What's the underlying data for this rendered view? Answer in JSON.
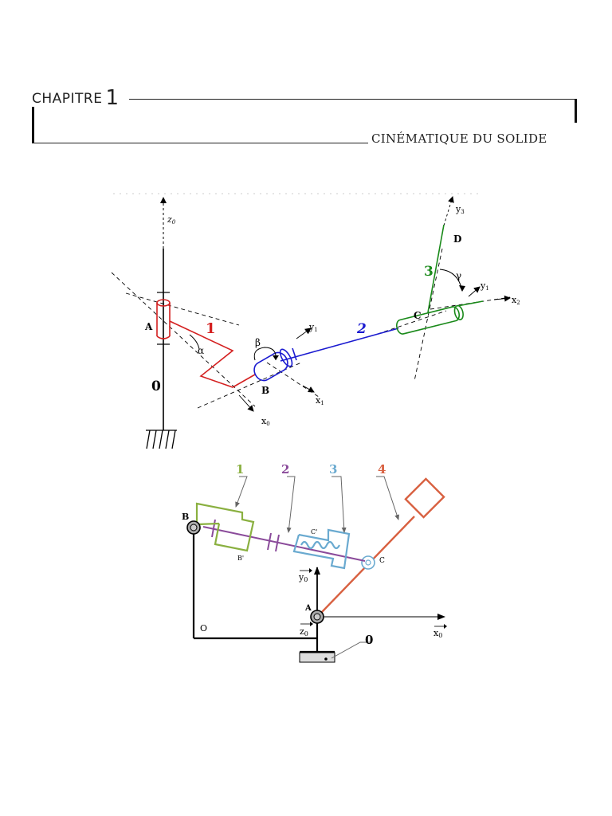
{
  "header": {
    "chapter_word": "CHAPITRE",
    "chapter_number": "1",
    "subtitle": "CINÉMATIQUE DU SOLIDE"
  },
  "figure1": {
    "axes": {
      "z0": "z",
      "z0_sub": "0",
      "x0": "x",
      "x0_sub": "0",
      "x1": "x",
      "x1_sub": "1",
      "y1a": "y",
      "y1a_sub": "1",
      "y1b": "y",
      "y1b_sub": "1",
      "x2": "x",
      "x2_sub": "2",
      "y3": "y",
      "y3_sub": "3"
    },
    "points": {
      "A": "A",
      "B": "B",
      "C": "C",
      "D": "D"
    },
    "angles": {
      "alpha": "α",
      "beta": "β",
      "gamma": "γ"
    },
    "solids": {
      "s0": "0",
      "s1": "1",
      "s2": "2",
      "s3": "3"
    },
    "colors": {
      "solid0": "#000000",
      "solid1": "#d42020",
      "solid2": "#1a1ad0",
      "solid3": "#1a8a1a"
    }
  },
  "figure2": {
    "labels": {
      "B": "B",
      "O": "O",
      "A": "A",
      "C": "C",
      "Bp": "B'",
      "Cp": "C'",
      "y0": "y",
      "y0_sub": "0",
      "z0": "z",
      "z0_sub": "0",
      "x0": "x",
      "x0_sub": "0"
    },
    "solids": {
      "s0": "0",
      "s1": "1",
      "s2": "2",
      "s3": "3",
      "s4": "4"
    },
    "colors": {
      "solid0": "#000000",
      "solid1": "#8ab040",
      "solid2": "#8a4a9a",
      "solid3": "#6aaad0",
      "solid4": "#d86040"
    }
  }
}
